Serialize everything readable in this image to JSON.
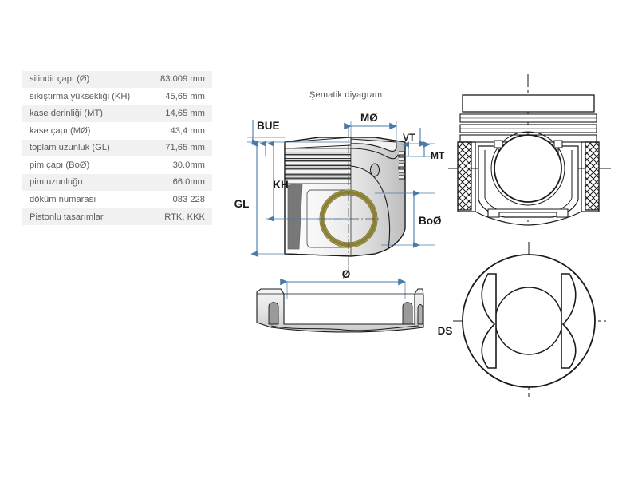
{
  "spec_table": {
    "rows": [
      {
        "label": "silindir çapı (Ø)",
        "value": "83.009 mm"
      },
      {
        "label": "sıkıştırma yüksekliği (KH)",
        "value": "45,65 mm"
      },
      {
        "label": "kase derinliği (MT)",
        "value": "14,65 mm"
      },
      {
        "label": "kase çapı (MØ)",
        "value": "43,4 mm"
      },
      {
        "label": "toplam uzunluk (GL)",
        "value": "71,65 mm"
      },
      {
        "label": "pim çapı (BoØ)",
        "value": "30.0mm"
      },
      {
        "label": "pim uzunluğu",
        "value": "66.0mm"
      },
      {
        "label": "döküm numarası",
        "value": "083 228"
      },
      {
        "label": "Pistonlu tasarımlar",
        "value": "RTK, KKK"
      }
    ]
  },
  "schematic": {
    "title": "Şematik diyagram",
    "dimensions": {
      "bue": "BUE",
      "mo": "MØ",
      "vt": "VT",
      "mt": "MT",
      "kh": "KH",
      "gl": "GL",
      "bo": "BoØ",
      "diameter": "Ø"
    }
  },
  "bottom_view": {
    "label": "DS"
  },
  "colors": {
    "dimension_line": "#4a7ba8",
    "pin_bore_ring": "#8a8030",
    "skirt_patch": "#787878",
    "body_light": "#f0f0f0",
    "body_mid": "#d6d6d6",
    "outline": "#1a1a1a",
    "table_odd_row": "#f1f1f1",
    "table_text": "#5b5b5b"
  }
}
